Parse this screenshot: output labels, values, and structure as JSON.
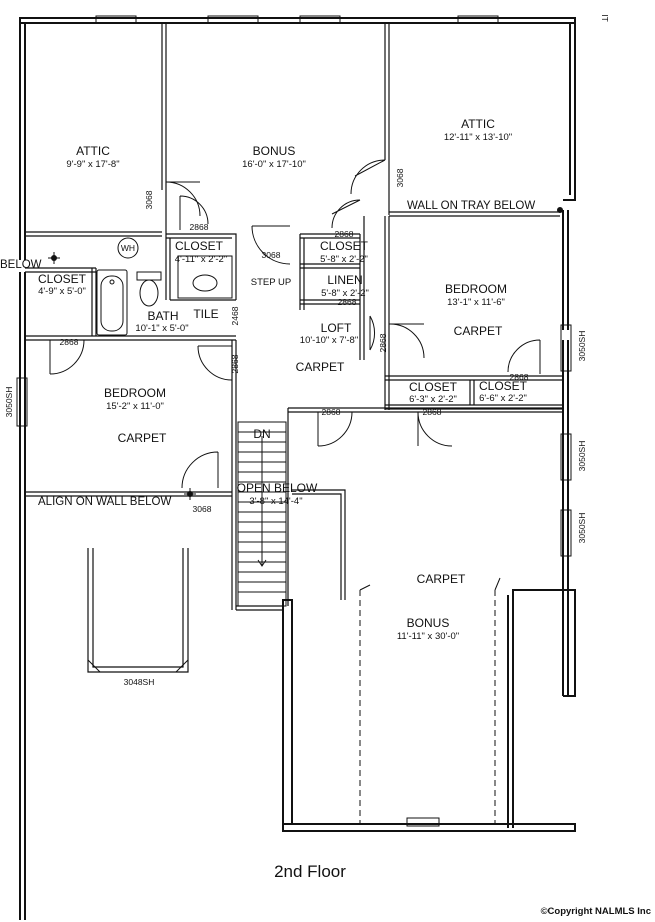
{
  "rooms": [
    {
      "id": "attic-left",
      "name": "ATTIC",
      "dims": "9'-9\" x 17'-8\""
    },
    {
      "id": "bonus-top",
      "name": "BONUS",
      "dims": "16'-0\" x 17'-10\""
    },
    {
      "id": "attic-right",
      "name": "ATTIC",
      "dims": "12'-11\" x 13'-10\""
    },
    {
      "id": "closet-bath",
      "name": "CLOSET",
      "dims": "4'-11\" x 2'-2\""
    },
    {
      "id": "closet-center",
      "name": "CLOSET",
      "dims": "5'-8\" x 2'-2\""
    },
    {
      "id": "linen",
      "name": "LINEN",
      "dims": "5'-8\" x 2'-2\""
    },
    {
      "id": "closet-left",
      "name": "CLOSET",
      "dims": "4'-9\" x 5'-0\""
    },
    {
      "id": "bath",
      "name": "BATH",
      "dims": "10'-1\" x 5'-0\""
    },
    {
      "id": "loft",
      "name": "LOFT",
      "dims": "10'-10\" x 7'-8\""
    },
    {
      "id": "bedroom-right",
      "name": "BEDROOM",
      "dims": "13'-1\" x 11'-6\""
    },
    {
      "id": "bedroom-left",
      "name": "BEDROOM",
      "dims": "15'-2\" x 11'-0\""
    },
    {
      "id": "closet-r1",
      "name": "CLOSET",
      "dims": "6'-3\" x 2'-2\""
    },
    {
      "id": "closet-r2",
      "name": "CLOSET",
      "dims": "6'-6\" x 2'-2\""
    },
    {
      "id": "open-below",
      "name": "OPEN BELOW",
      "dims": "3'-8\" x 14'-4\""
    },
    {
      "id": "bonus-bottom",
      "name": "BONUS",
      "dims": "11'-11\" x 30'-0\""
    }
  ],
  "labels": {
    "carpet": "CARPET",
    "tile": "TILE",
    "step_up": "STEP UP",
    "dn": "DN",
    "wh": "WH",
    "below": "BELOW",
    "wall_on_tray_below": "WALL ON TRAY BELOW",
    "align_on_wall_below": "ALIGN ON WALL BELOW",
    "corner_mark": "IT"
  },
  "door_codes": {
    "d3068": "3068",
    "d2868": "2868",
    "d2468": "2468",
    "w3050sh": "3050SH",
    "w3048sh": "3048SH"
  },
  "floor_label": "2nd Floor",
  "copyright": "©Copyright NALMLS Inc"
}
